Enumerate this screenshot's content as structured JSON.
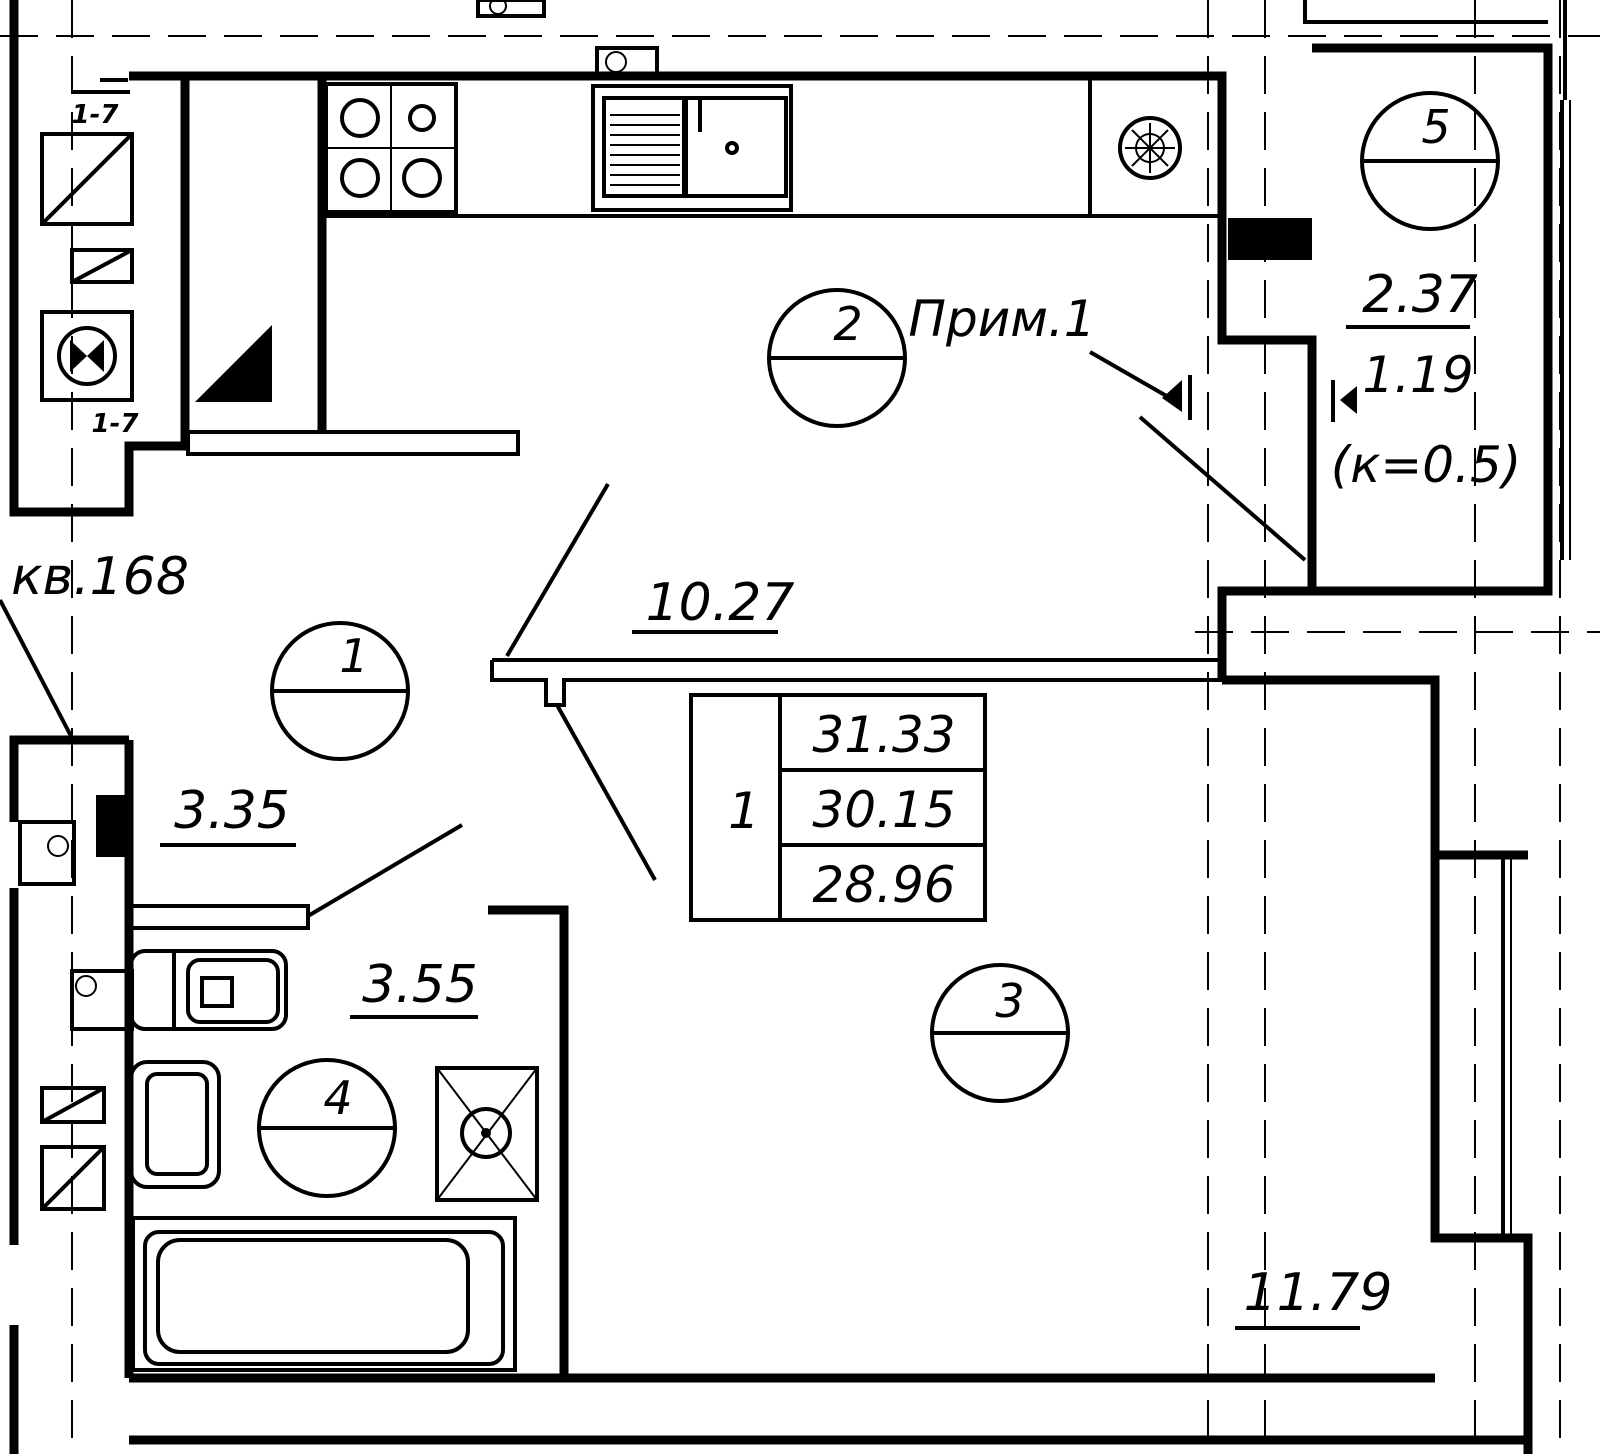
{
  "labels": {
    "apartment_ref": "кв.168",
    "note_ref": "Прим.1"
  },
  "rooms": [
    {
      "number": "1",
      "area": "3.35"
    },
    {
      "number": "2",
      "area": "10.27"
    },
    {
      "number": "3",
      "area": "11.79"
    },
    {
      "number": "4",
      "area": "3.55"
    },
    {
      "number": "5",
      "area": "2.37",
      "reduced_area": "1.19",
      "coefficient": "(к=0.5)"
    }
  ],
  "summary_table": {
    "rooms_count": "1",
    "total_area": "31.33",
    "living_area": "30.15",
    "area_without_balcony": "28.96"
  },
  "vent_marks": [
    "1-7",
    "1-7"
  ]
}
